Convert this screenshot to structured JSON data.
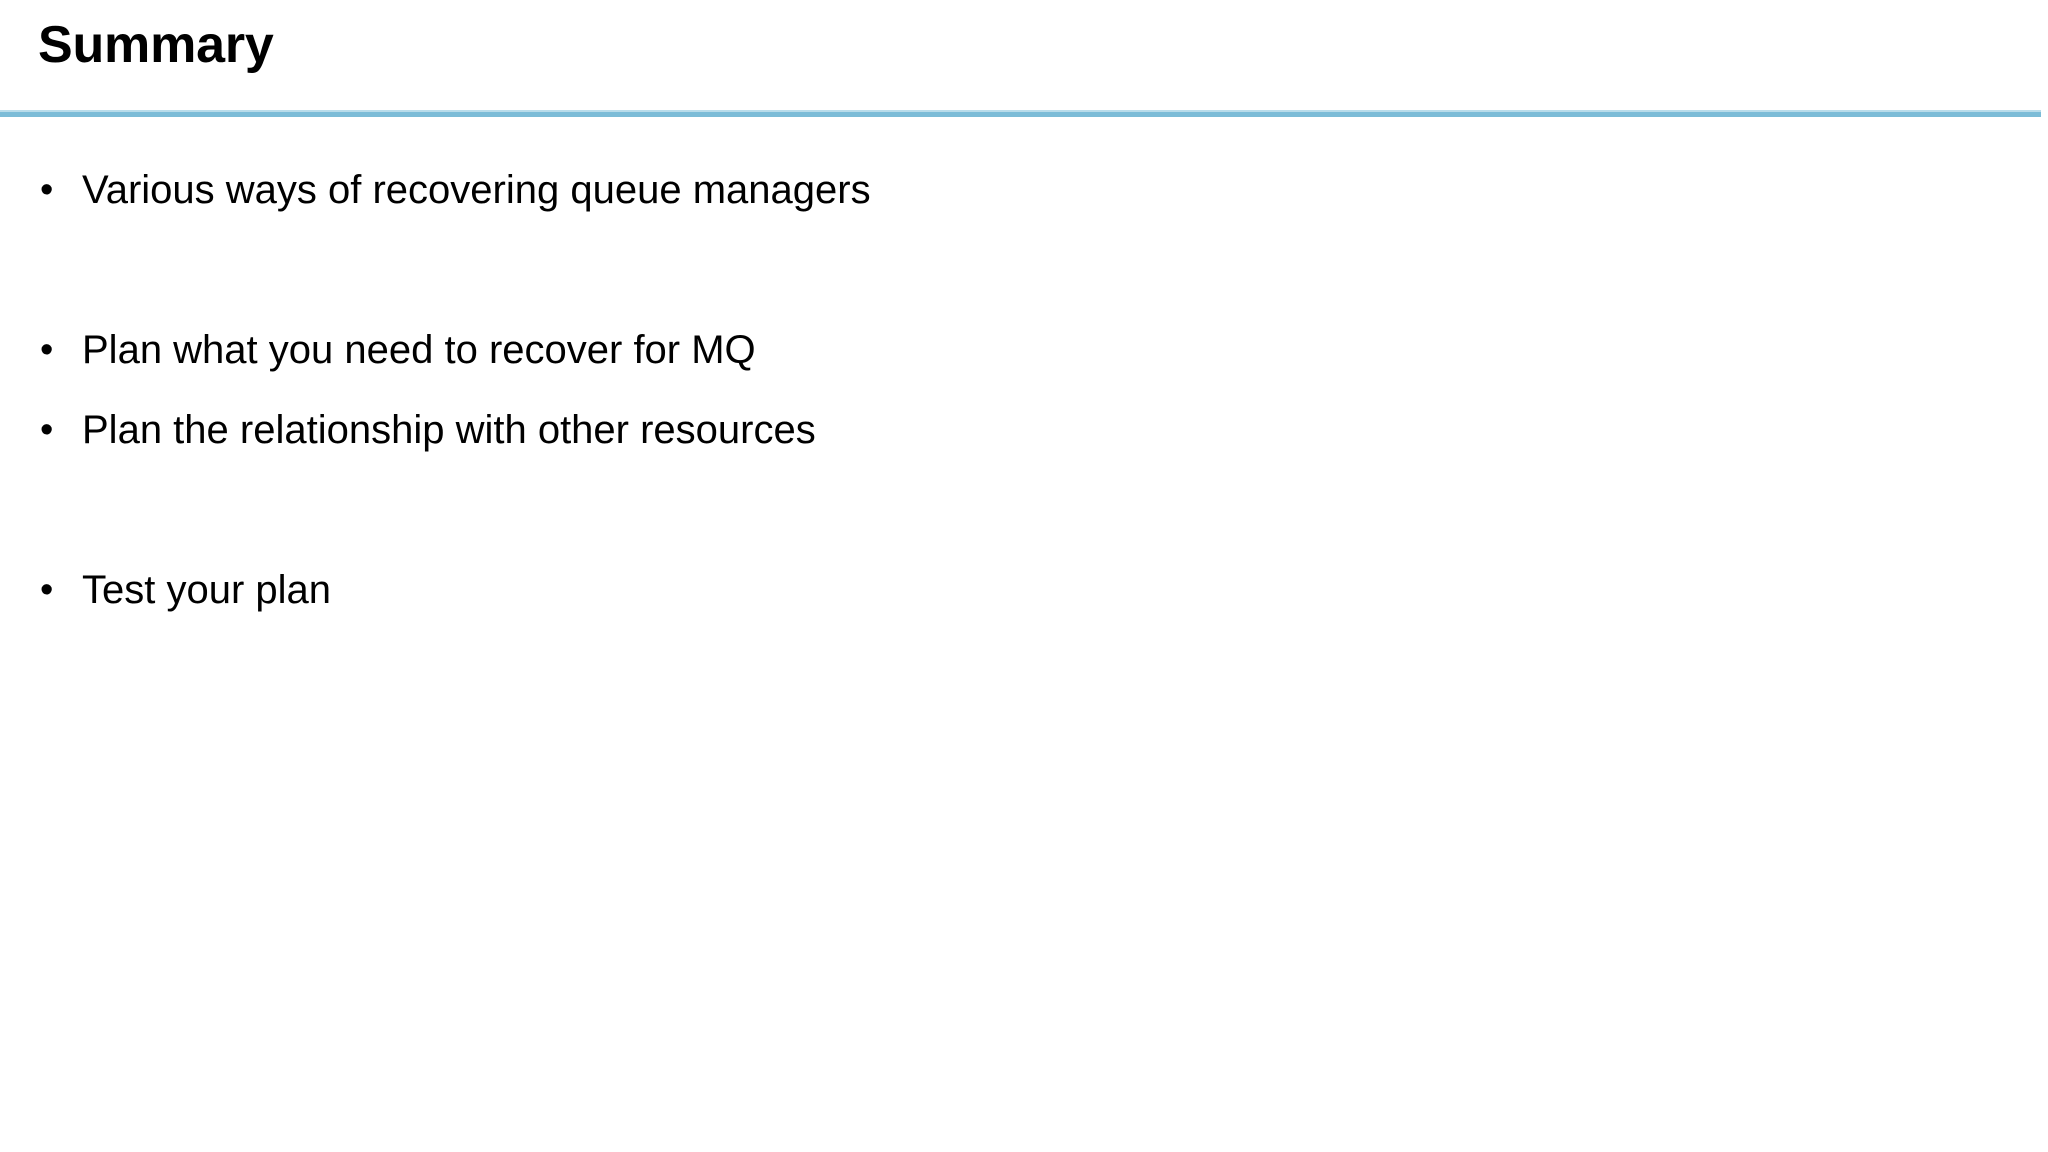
{
  "slide": {
    "title": "Summary",
    "background_color": "#ffffff",
    "text_color": "#000000",
    "rule_color": "#7cbcd7",
    "rule_highlight_color": "#b9dcea"
  },
  "body": {
    "bullet_marker": "•",
    "items": [
      {
        "text": "Various ways of recovering queue managers",
        "gap_after": true
      },
      {
        "text": "Plan what you need to recover for MQ",
        "gap_after": false
      },
      {
        "text": "Plan the relationship with other resources",
        "gap_after": true
      },
      {
        "text": "Test your plan",
        "gap_after": false
      }
    ]
  }
}
